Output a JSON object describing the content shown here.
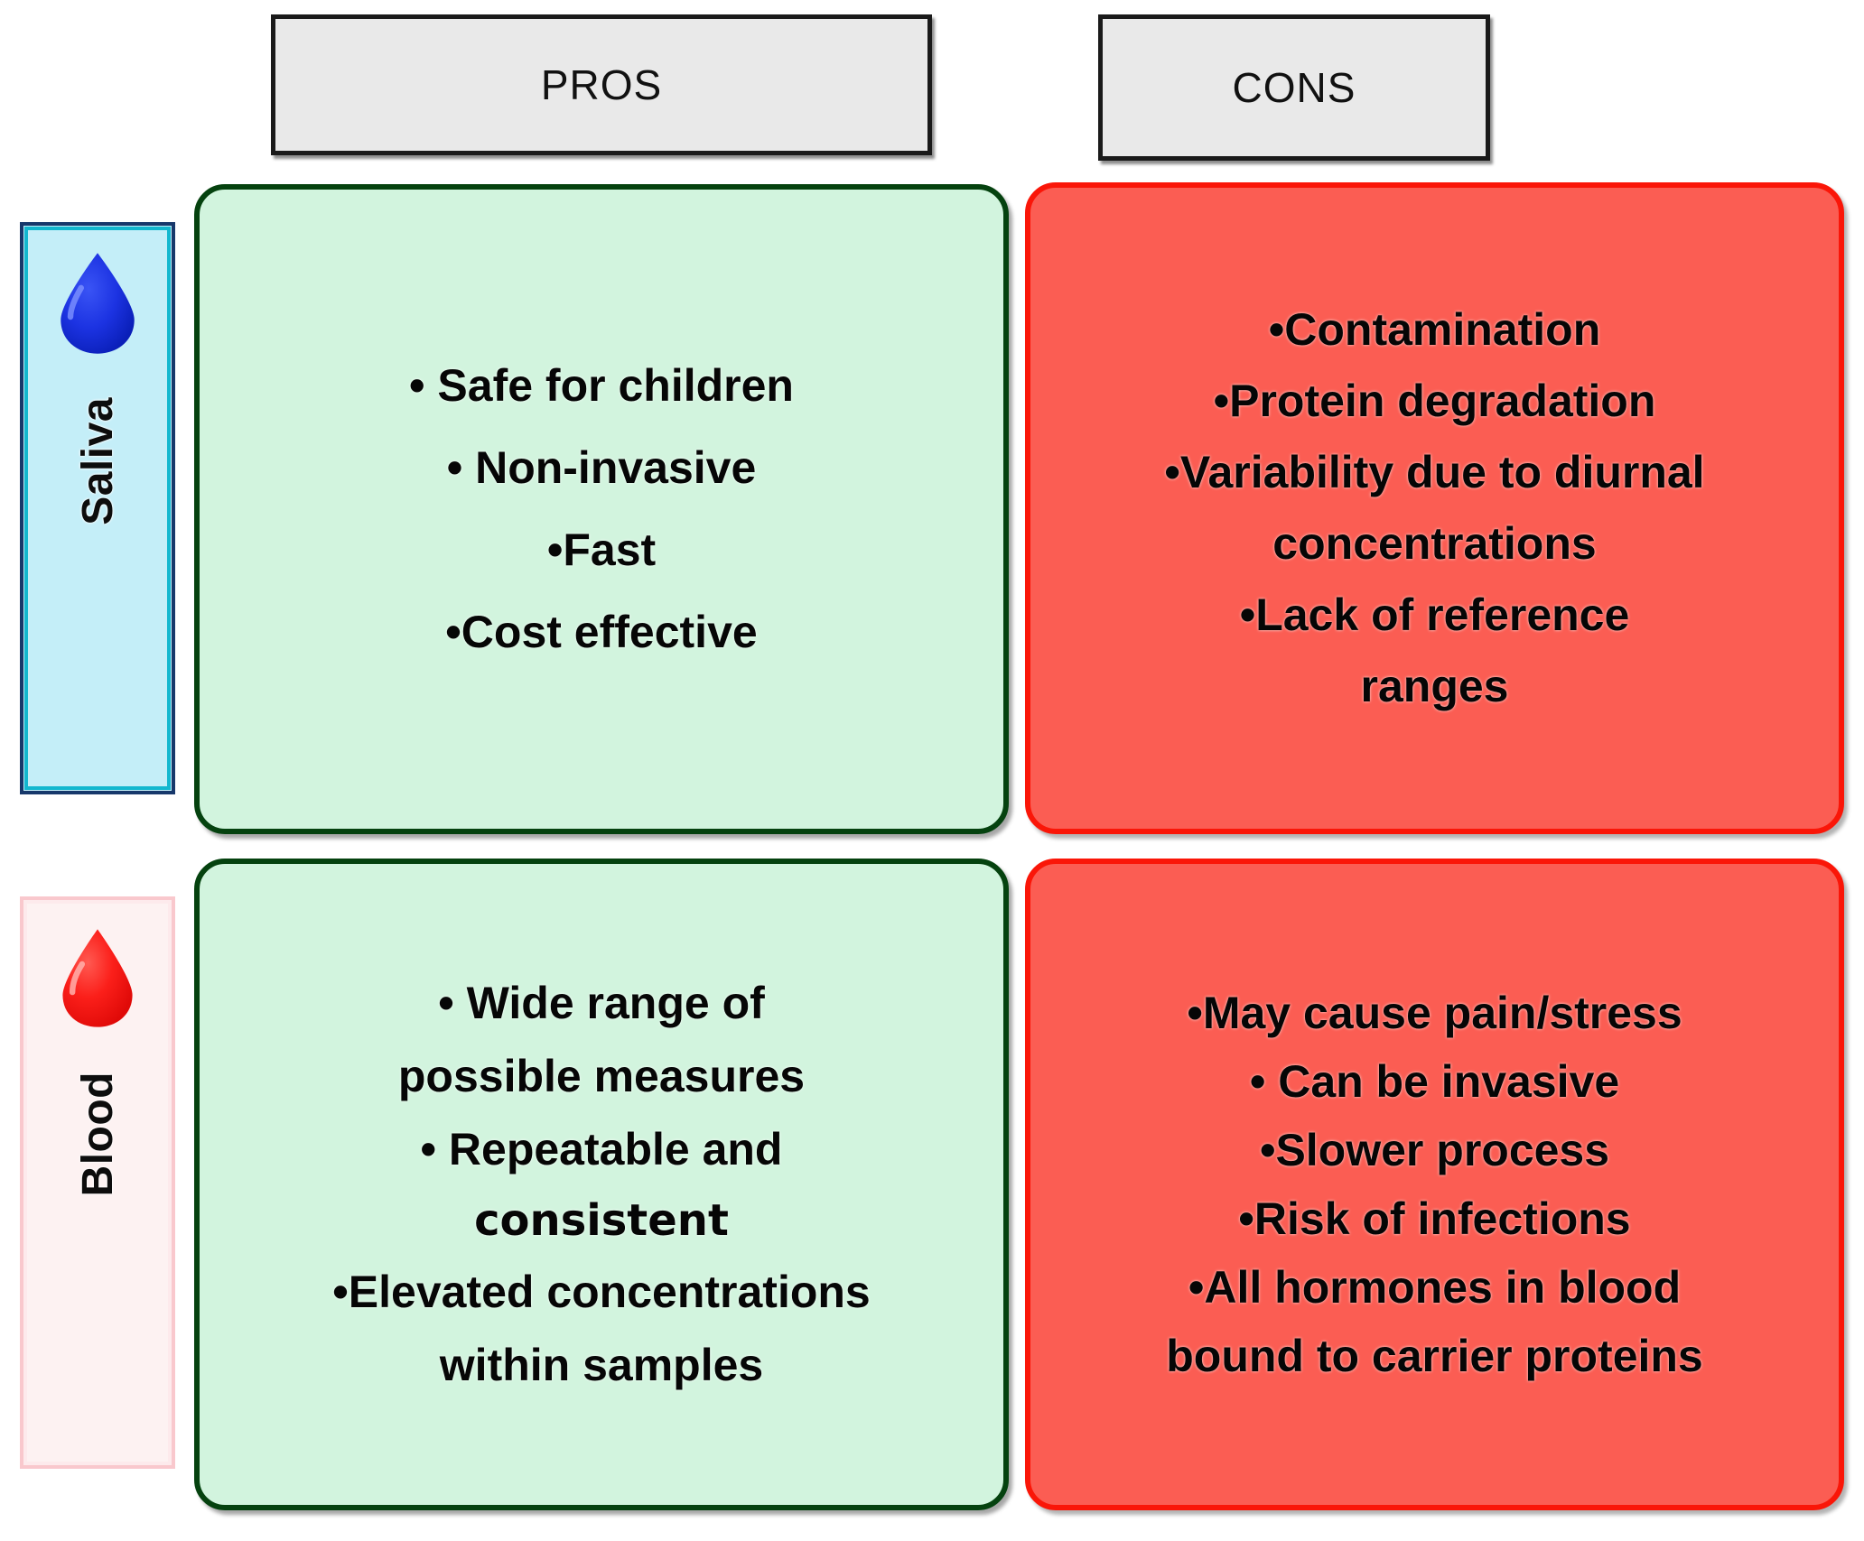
{
  "headers": {
    "pros": "PROS",
    "cons": "CONS"
  },
  "samples": [
    {
      "label": "Saliva",
      "icon": "water-drop-icon",
      "icon_color": "#1531df",
      "panel_bg": "#c4eef8"
    },
    {
      "label": "Blood",
      "icon": "blood-drop-icon",
      "icon_color": "#f61f1f",
      "panel_bg": "#fdf2f2"
    }
  ],
  "saliva": {
    "pros": [
      "• Safe for children",
      "• Non-invasive",
      "•Fast",
      "•Cost effective"
    ],
    "cons": [
      "•Contamination",
      "•Protein degradation",
      "•Variability due to diurnal",
      "concentrations",
      "•Lack of reference",
      "ranges"
    ]
  },
  "blood": {
    "pros": [
      "• Wide range of",
      "possible measures",
      "• Repeatable and",
      "consistent",
      "•Elevated concentrations",
      "within samples"
    ],
    "cons": [
      "•May cause pain/stress",
      "• Can be invasive",
      "•Slower process",
      "•Risk of infections",
      "•All hormones in blood",
      "bound to carrier proteins"
    ]
  },
  "colors": {
    "header_bg": "#e9e9e9",
    "header_border": "#1a1a1a",
    "pros_bg": "#d2f4de",
    "pros_border": "#05420f",
    "cons_bg": "#fb5d53",
    "cons_border": "#fa1608",
    "saliva_bg": "#c4eef8",
    "saliva_border": "#17386b",
    "blood_bg": "#fdf2f2",
    "blood_border": "#f9c8cd"
  }
}
